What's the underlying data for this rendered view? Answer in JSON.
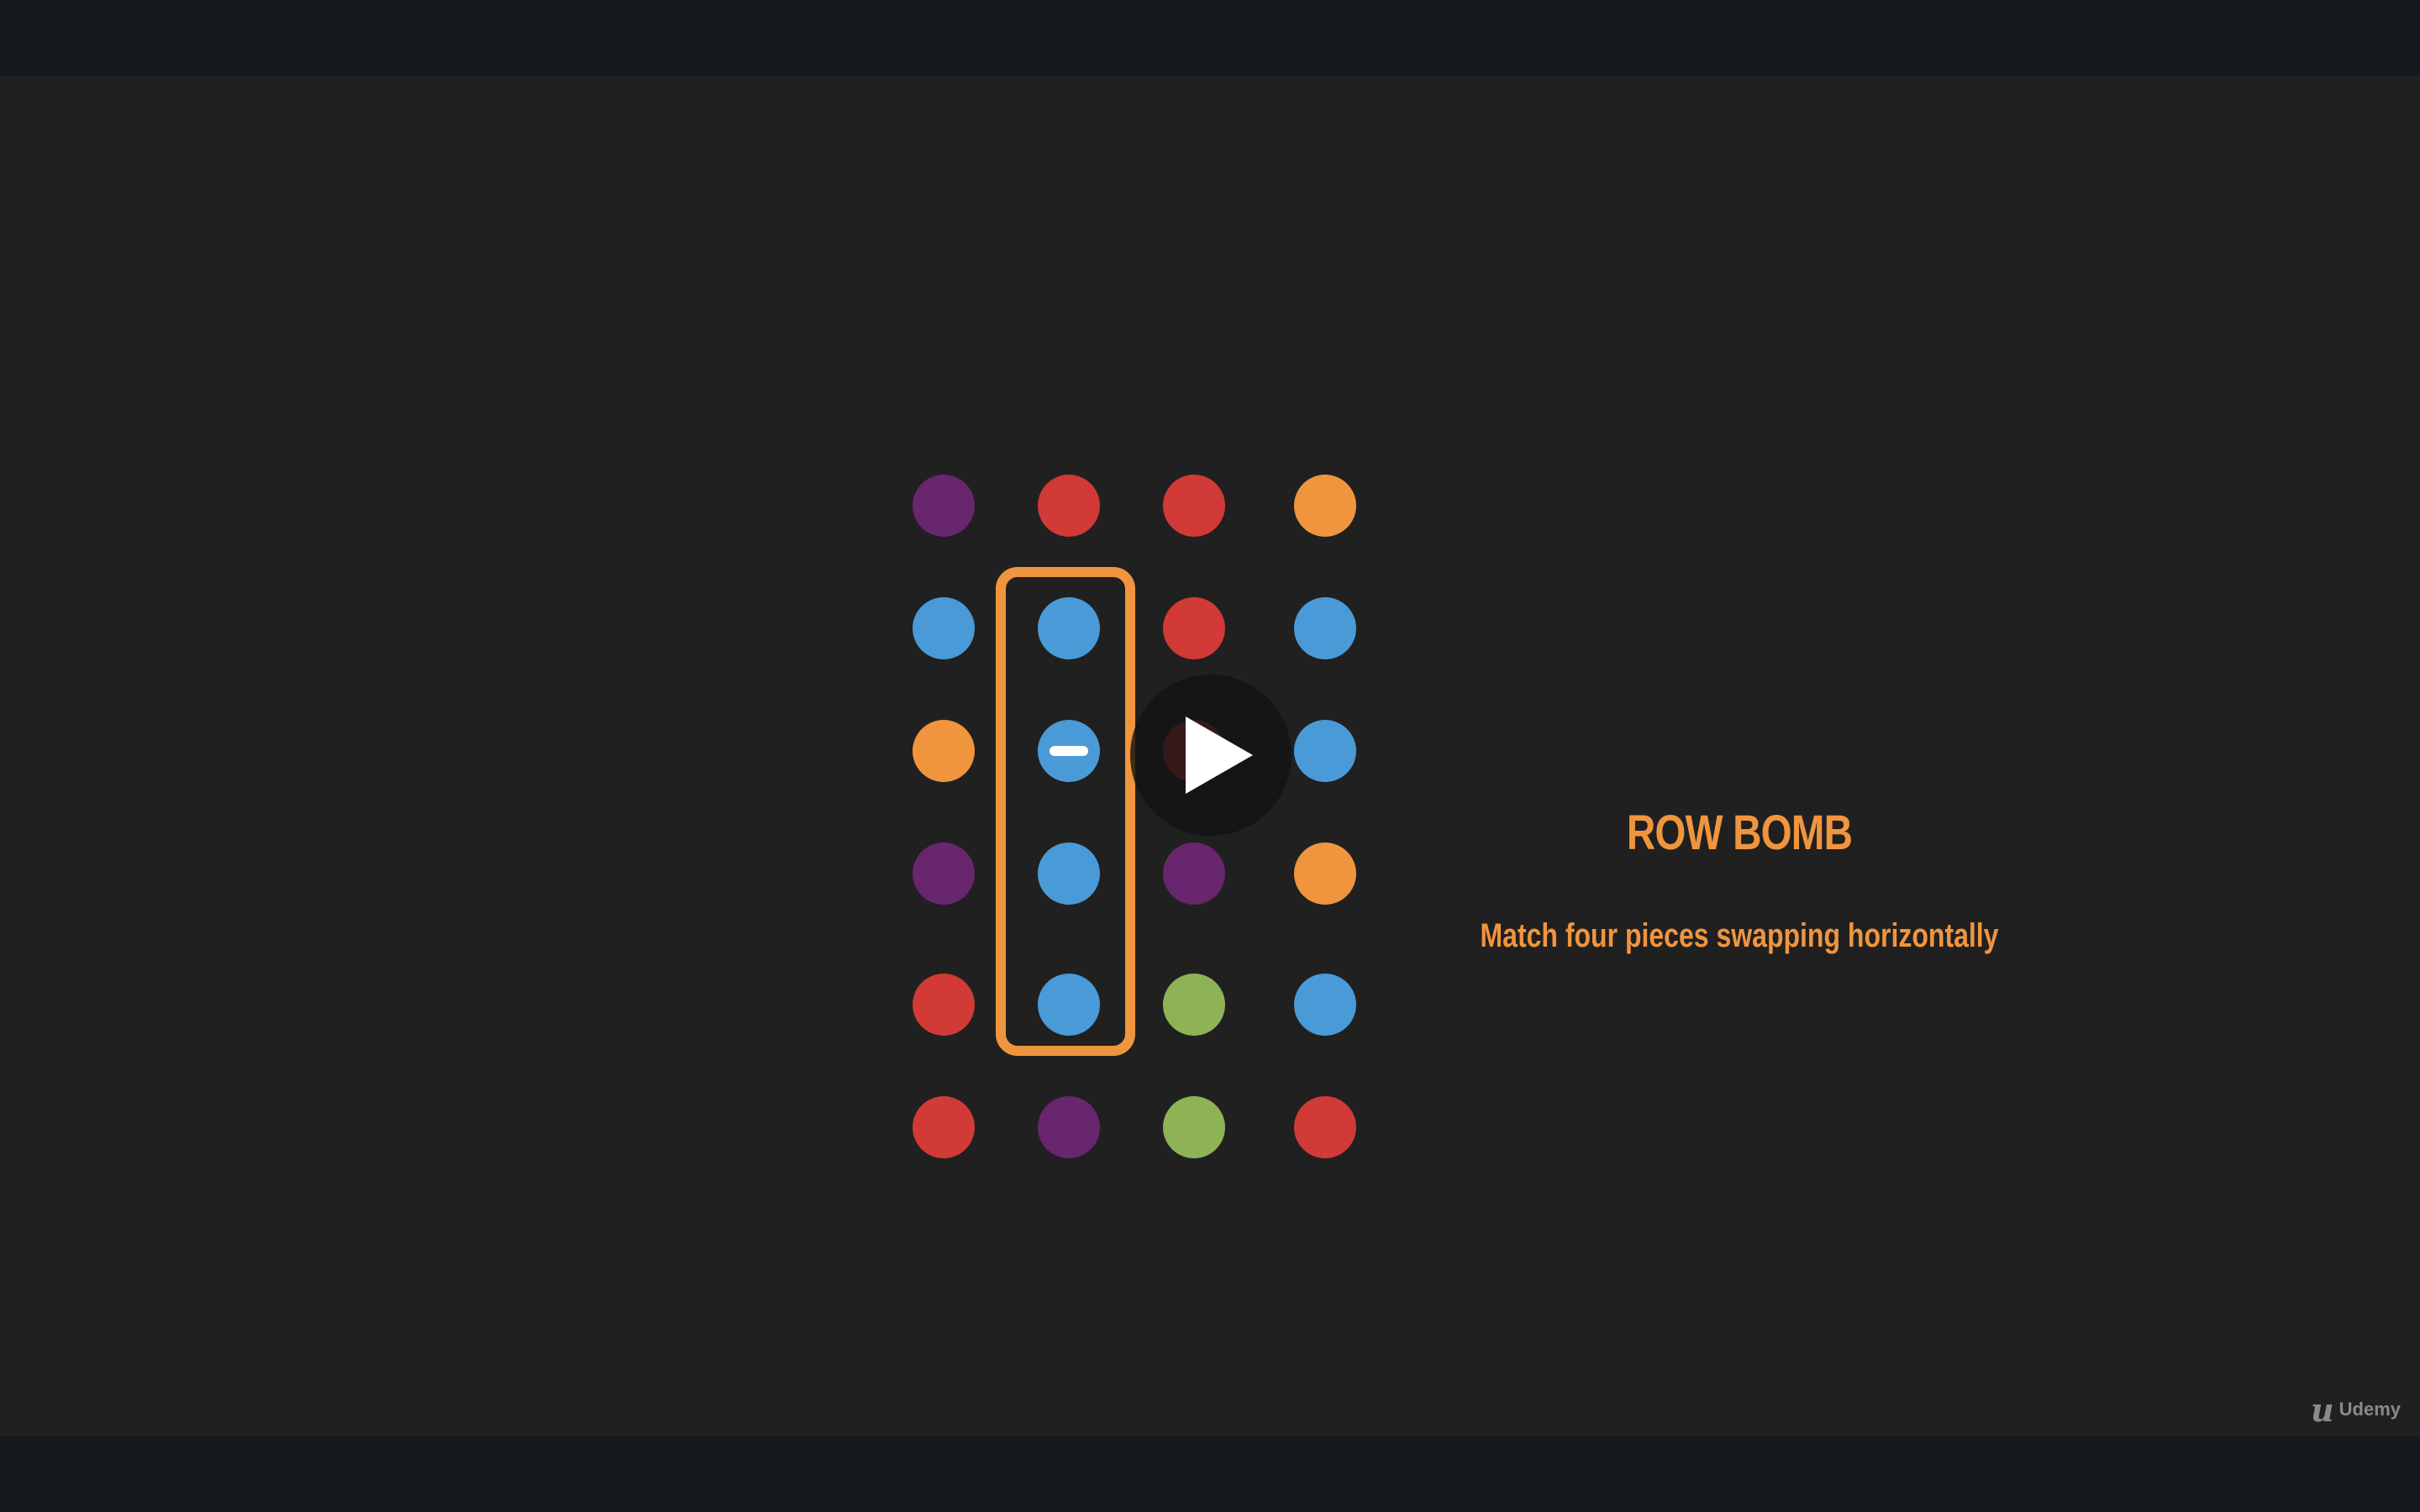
{
  "slide": {
    "title": "ROW BOMB",
    "subtitle": "Match four pieces swapping horizontally"
  },
  "player": {
    "play_icon": "play-icon"
  },
  "branding": {
    "logo_mark": "u",
    "logo_text": "Udemy"
  },
  "colors": {
    "purple": "#68266e",
    "red": "#d13a36",
    "orange": "#f0953e",
    "blue": "#4a9ad8",
    "green": "#8db356",
    "highlight": "#f0953e",
    "background": "#202020"
  },
  "board": {
    "columns": 4,
    "rows": 6,
    "cells": [
      [
        "purple",
        "red",
        "red",
        "orange"
      ],
      [
        "blue",
        "blue",
        "red",
        "blue"
      ],
      [
        "orange",
        "blue-row-bomb",
        "red",
        "blue"
      ],
      [
        "purple",
        "blue",
        "purple",
        "orange"
      ],
      [
        "red",
        "blue",
        "green",
        "blue"
      ],
      [
        "red",
        "purple",
        "green",
        "red"
      ]
    ],
    "highlighted_column": 2,
    "highlighted_rows": [
      2,
      5
    ]
  }
}
